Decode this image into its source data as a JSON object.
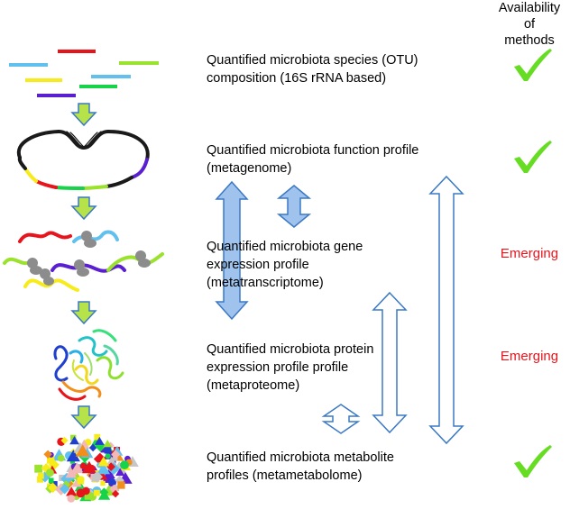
{
  "header": {
    "availability_title": "Availability of\nmethods"
  },
  "levels": [
    {
      "id": "otu",
      "label": "Quantified microbiota species (OTU)\ncomposition (16S rRNA based)",
      "availability": "check",
      "check_color": "#66dd22"
    },
    {
      "id": "metagenome",
      "label": "Quantified microbiota function profile\n(metagenome)",
      "availability": "check",
      "check_color": "#66dd22"
    },
    {
      "id": "metatranscriptome",
      "label": "Quantified microbiota gene\nexpression profile\n(metatranscriptome)",
      "availability": "Emerging",
      "emerging_color": "#e8141c"
    },
    {
      "id": "metaproteome",
      "label": "Quantified microbiota protein\nexpression profile profile\n(metaproteome)",
      "availability": "Emerging",
      "emerging_color": "#e8141c"
    },
    {
      "id": "metametabolome",
      "label": "Quantified microbiota metabolite\nprofiles (metametabolome)",
      "availability": "check",
      "check_color": "#66dd22"
    }
  ],
  "colors": {
    "arrow_fill": "#9fc3ec",
    "arrow_stroke": "#3b78c4",
    "down_arrow_fill": "#b6e34a",
    "down_arrow_stroke": "#3b78c4",
    "strand_palette": [
      "#e8141c",
      "#62c0ee",
      "#9be22e",
      "#f7ec1a",
      "#5a1fd0",
      "#16d34a",
      "#1a1a1a"
    ]
  },
  "icons": {
    "step_arrows": "down-arrow-icon",
    "check": "checkmark-icon",
    "genome": "circular-genome-icon",
    "protein": "protein-structure-icon",
    "metabolites": "metabolite-cluster-icon"
  }
}
